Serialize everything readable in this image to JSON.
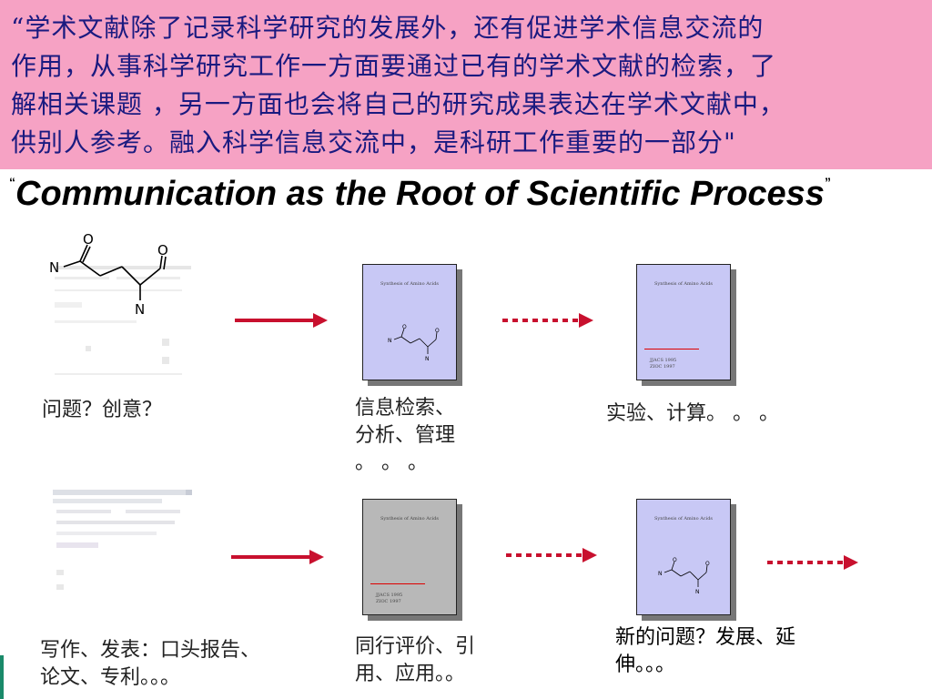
{
  "quote": {
    "lines": [
      "“学术文献除了记录科学研究的发展外，还有促进学术信息交流的",
      "作用，从事科学研究工作一方面要通过已有的学术文献的检索，了",
      "解相关课题 ，另一方面也会将自己的研究成果表达在学术文献中，",
      "供别人参考。融入科学信息交流中，是科研工作重要的一部分\""
    ]
  },
  "title": {
    "open_quote": "“",
    "text": "Communication as the Root of Scientific Process",
    "close_quote": "”"
  },
  "molecule_atoms": {
    "n": "N",
    "o": "O"
  },
  "cards": {
    "title": "Synthesis of Amino Acids",
    "ref_line1": "JJACS 1995",
    "ref_line2": "ZIOC 1997"
  },
  "labels": {
    "question_idea": "问题？创意？",
    "search_analysis_1": "信息检索、",
    "search_analysis_2": "分析、管理",
    "search_analysis_3": "。 。 。",
    "experiment": "实验、计算。 。 。",
    "writing_1": "写作、发表：口头报告、",
    "writing_2": "论文、专利。。。",
    "peer_review_1": "同行评价、引",
    "peer_review_2": "用、应用。。",
    "new_question_1": "新的问题？发展、延",
    "new_question_2": "伸。。。"
  },
  "colors": {
    "banner": "#f6a2c4",
    "quote_text": "#1a1a80",
    "arrow": "#c8102e",
    "card_blue": "#c8c8f5",
    "card_gray": "#b8b8b8"
  }
}
